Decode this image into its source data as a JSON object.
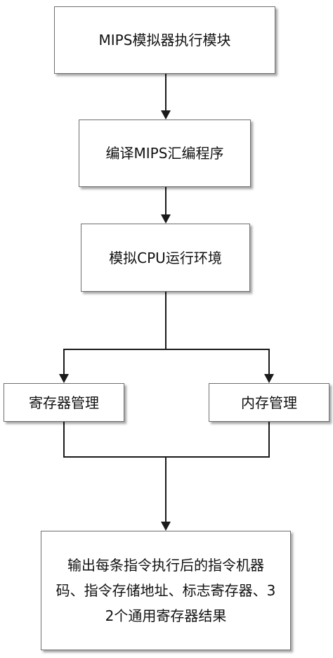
{
  "diagram": {
    "nodes": [
      {
        "id": "mips-sim-exec",
        "label": "MIPS模拟器执行模块"
      },
      {
        "id": "compile-mips",
        "label": "编译MIPS汇编程序"
      },
      {
        "id": "simulate-cpu",
        "label": "模拟CPU运行环境"
      },
      {
        "id": "register-mgmt",
        "label": "寄存器管理"
      },
      {
        "id": "memory-mgmt",
        "label": "内存管理"
      },
      {
        "id": "output-results",
        "label": "输出每条指令执行后的指令机器码、指令存储地址、标志寄存器、32个通用寄存器结果"
      }
    ],
    "edges": [
      {
        "from": "mips-sim-exec",
        "to": "compile-mips"
      },
      {
        "from": "compile-mips",
        "to": "simulate-cpu"
      },
      {
        "from": "simulate-cpu",
        "to": "register-mgmt"
      },
      {
        "from": "simulate-cpu",
        "to": "memory-mgmt"
      },
      {
        "from": "register-mgmt",
        "to": "output-results"
      },
      {
        "from": "memory-mgmt",
        "to": "output-results"
      }
    ],
    "colors": {
      "line": "#1a1a1a",
      "box_border": "#6f6f6f",
      "box_fill": "#ffffff",
      "text": "#111111"
    }
  }
}
